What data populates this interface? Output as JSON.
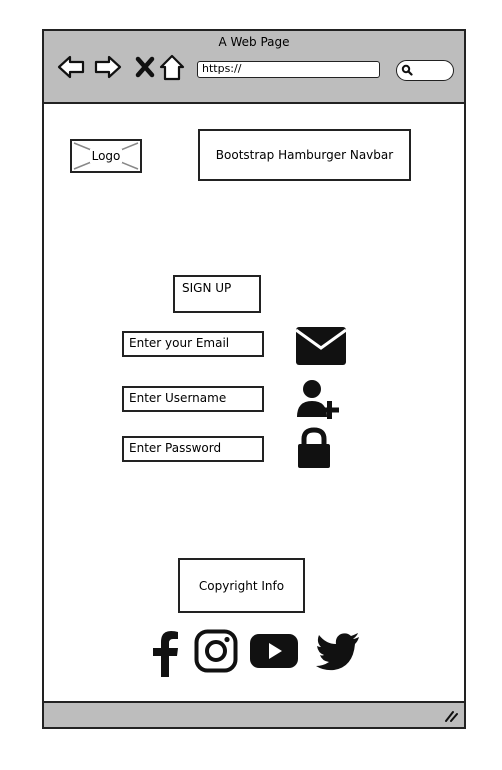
{
  "window": {
    "title": "A Web Page",
    "url": "https://"
  },
  "toolbar": {
    "icons": [
      "back-arrow-icon",
      "forward-arrow-icon",
      "close-x-icon",
      "home-icon",
      "search-icon"
    ]
  },
  "header": {
    "logo_label": "Logo",
    "navbar_label": "Bootstrap Hamburger Navbar"
  },
  "form": {
    "title": "SIGN UP",
    "email_placeholder": "Enter your Email",
    "username_placeholder": "Enter Username",
    "password_placeholder": "Enter Password",
    "icons": [
      "envelope-icon",
      "add-user-icon",
      "lock-icon"
    ]
  },
  "footer": {
    "copyright_label": "Copyright Info",
    "social_icons": [
      "facebook-icon",
      "instagram-icon",
      "youtube-icon",
      "twitter-icon"
    ]
  }
}
